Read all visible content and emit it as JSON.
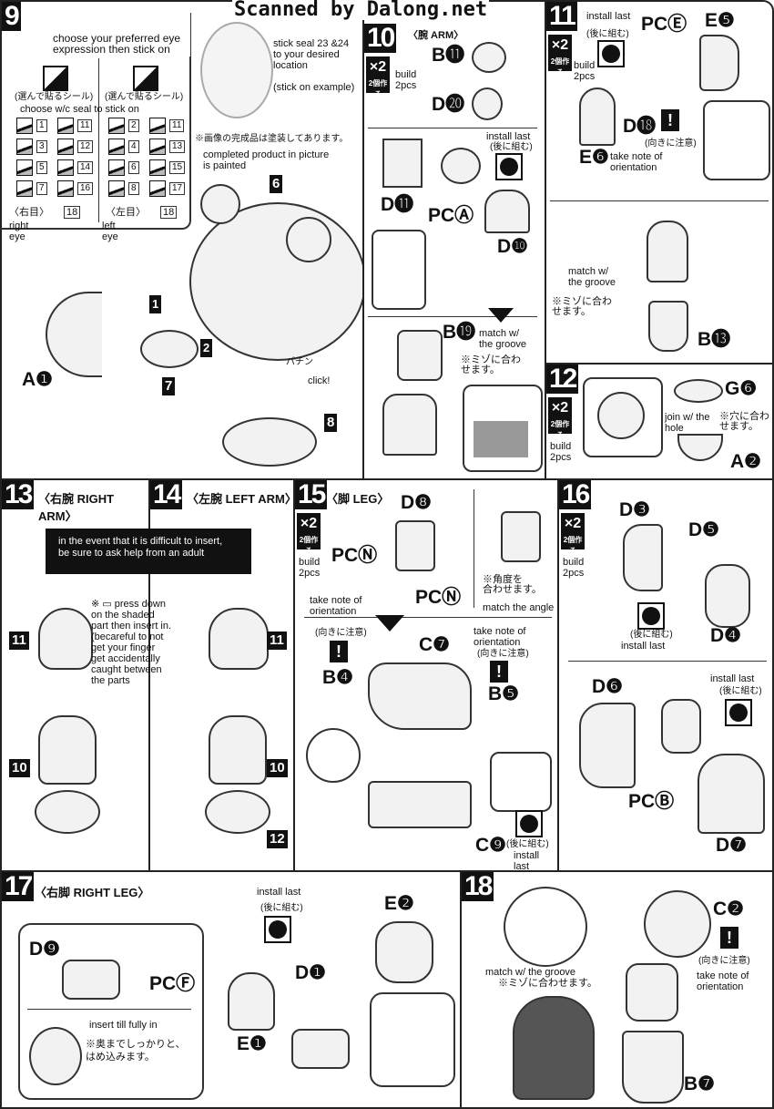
{
  "watermark": "Scanned by Dalong.net",
  "step9": {
    "number": "9",
    "choose": "choose your preferred eye\nexpression then stick on",
    "seal_jp": "(選んで貼るシール)",
    "choose_seal": "choose w/c seal to stick on",
    "left_col": [
      "1",
      "11",
      "3",
      "12",
      "5",
      "14",
      "7",
      "16"
    ],
    "right_col": [
      "2",
      "11",
      "4",
      "13",
      "6",
      "15",
      "8",
      "17"
    ],
    "right_eye_jp": "〈右目〉",
    "right_eye_num": "18",
    "right_eye": "right\neye",
    "left_eye_jp": "〈左目〉",
    "left_eye_num": "18",
    "left_eye": "left\neye",
    "stick_seal": "stick seal 23 &24\nto your desired\nlocation",
    "example": "(stick on example)",
    "painted_jp": "※画像の完成品は塗装してあります。",
    "painted": "completed product in picture\nis painted",
    "parts": {
      "head": "6",
      "a1": "A❶",
      "p7": "7",
      "p8": "8",
      "arrow1": "1",
      "arrow2": "2"
    },
    "click_jp": "パチン",
    "click": "click!"
  },
  "step10": {
    "number": "10",
    "title": "〈腕 ARM〉",
    "build": "build\n2pcs",
    "x2": "×2",
    "x2_jp": "2個作る",
    "parts": [
      "B⓫",
      "D⓴",
      "D⓫",
      "PCⒶ",
      "D❿",
      "B⓳"
    ],
    "install_last": "install last",
    "install_last_jp": "(後に組む)",
    "match_groove": "match w/\nthe groove",
    "match_groove_jp": "※ミゾに合わ\nせます。"
  },
  "step11": {
    "number": "11",
    "build": "build\n2pcs",
    "x2": "×2",
    "x2_jp": "2個作る",
    "install_last": "install last",
    "install_last_jp": "(後に組む)",
    "parts": [
      "PCⒺ",
      "E❺",
      "D⓲",
      "E❻",
      "B⓭"
    ],
    "orientation_jp": "(向きに注意)",
    "orientation": "take note of\norientation",
    "match_groove": "match w/\nthe groove",
    "match_groove_jp": "※ミゾに合わ\nせます。"
  },
  "step12": {
    "number": "12",
    "build": "build\n2pcs",
    "x2": "×2",
    "x2_jp": "2個作る",
    "parts": [
      "G❻",
      "A❷"
    ],
    "join": "join w/ the\nhole",
    "join_jp": "※穴に合わ\nせます。"
  },
  "step13": {
    "number": "13",
    "title": "〈右腕 RIGHT ARM〉",
    "labels": [
      "11",
      "10"
    ]
  },
  "step14": {
    "number": "14",
    "title": "〈左腕 LEFT ARM〉",
    "labels": [
      "11",
      "10",
      "12"
    ]
  },
  "warning": "in the event that it is difficult to insert,\nbe sure to ask help from an adult",
  "press_note": "※ ▭ press down\non the shaded\npart then insert in.\n(becareful to not\nget your finger\nget accidentally\ncaught between\nthe parts",
  "step15": {
    "number": "15",
    "title": "〈脚 LEG〉",
    "build": "build\n2pcs",
    "x2": "×2",
    "x2_jp": "2個作る",
    "parts": [
      "D❽",
      "PCⓃ",
      "PCⓃ",
      "B❹",
      "C❼",
      "B❺",
      "C❾"
    ],
    "angle_jp": "※角度を\n合わせます。",
    "angle": "match the angle",
    "orientation": "take note of\norientation",
    "orientation_jp": "(向きに注意)",
    "install_last": "install last",
    "install_last_jp": "(後に組む)"
  },
  "step16": {
    "number": "16",
    "build": "build\n2pcs",
    "x2": "×2",
    "x2_jp": "2個作る",
    "parts": [
      "D❸",
      "D❺",
      "D❹",
      "D❻",
      "PCⒷ",
      "D❼"
    ],
    "install_last": "install last",
    "install_last_jp": "(後に組む)"
  },
  "step17": {
    "number": "17",
    "title": "〈右脚 RIGHT LEG〉",
    "parts": [
      "D❾",
      "PCⒻ",
      "E❷",
      "D❶",
      "E❶"
    ],
    "install_last": "install last",
    "install_last_jp": "(後に組む)",
    "insert": "insert till fully in",
    "insert_jp": "※奥までしっかりと、\nはめ込みます。"
  },
  "step18": {
    "number": "18",
    "parts": [
      "C❷",
      "B❼"
    ],
    "match": "match w/ the groove",
    "match_jp": "※ミゾに合わせます。",
    "orientation_jp": "(向きに注意)",
    "orientation": "take note of\norientation"
  }
}
